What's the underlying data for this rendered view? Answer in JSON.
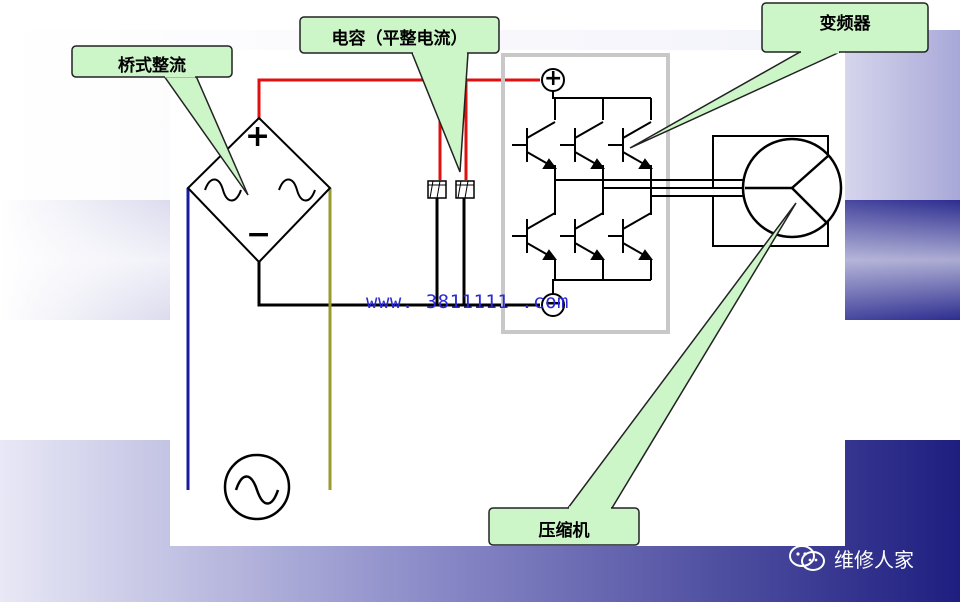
{
  "labels": {
    "bridge_rectifier": "桥式整流",
    "capacitor": "电容（平整电流）",
    "inverter": "变频器",
    "compressor": "压缩机"
  },
  "terminal_symbols": {
    "bridge_plus": "+",
    "bridge_minus": "−",
    "dc_plus": "+",
    "dc_minus": "−"
  },
  "watermark": "www. 3811111 .com",
  "signature": "维修人家",
  "colors": {
    "positive_wire": "#e01010",
    "negative_wire": "#000000",
    "ac_line_blue": "#1a1aa0",
    "ac_line_olive": "#9a9a30",
    "callout_fill": "#ccf5c8",
    "callout_stroke": "#222222",
    "inverter_frame": "#c8c8c8"
  }
}
